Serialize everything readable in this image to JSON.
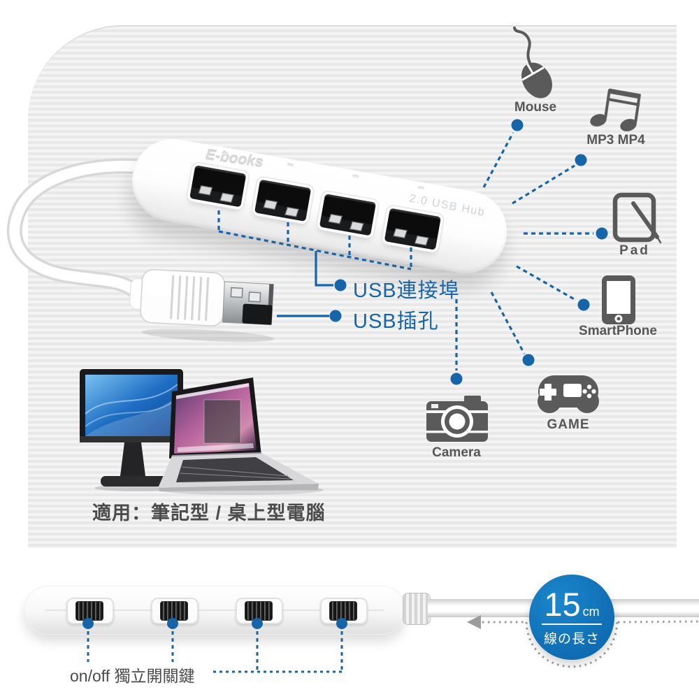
{
  "product": {
    "brand": "E-books",
    "model_text": "2.0 USB Hub"
  },
  "devices": [
    {
      "id": "mouse",
      "label": "Mouse"
    },
    {
      "id": "mp3",
      "label": "MP3 MP4"
    },
    {
      "id": "pad",
      "label": "Pad"
    },
    {
      "id": "smartphone",
      "label": "SmartPhone"
    },
    {
      "id": "game",
      "label": "GAME"
    },
    {
      "id": "camera",
      "label": "Camera"
    }
  ],
  "annotations": {
    "usb_ports": "USB連接埠",
    "usb_plug": "USB插孔",
    "switches": "on/off 獨立開關鍵"
  },
  "compatibility": "適用：筆記型 / 桌上型電腦",
  "cable_badge": {
    "value": "15",
    "unit": "cm",
    "caption": "線の長さ"
  },
  "colors": {
    "accent_blue": "#1565a8",
    "badge_blue": "#0f6cb2",
    "badge_blue_light": "#1b86cc",
    "icon_gray": "#5a5a5a",
    "measure_gray": "#9c9c9c"
  }
}
